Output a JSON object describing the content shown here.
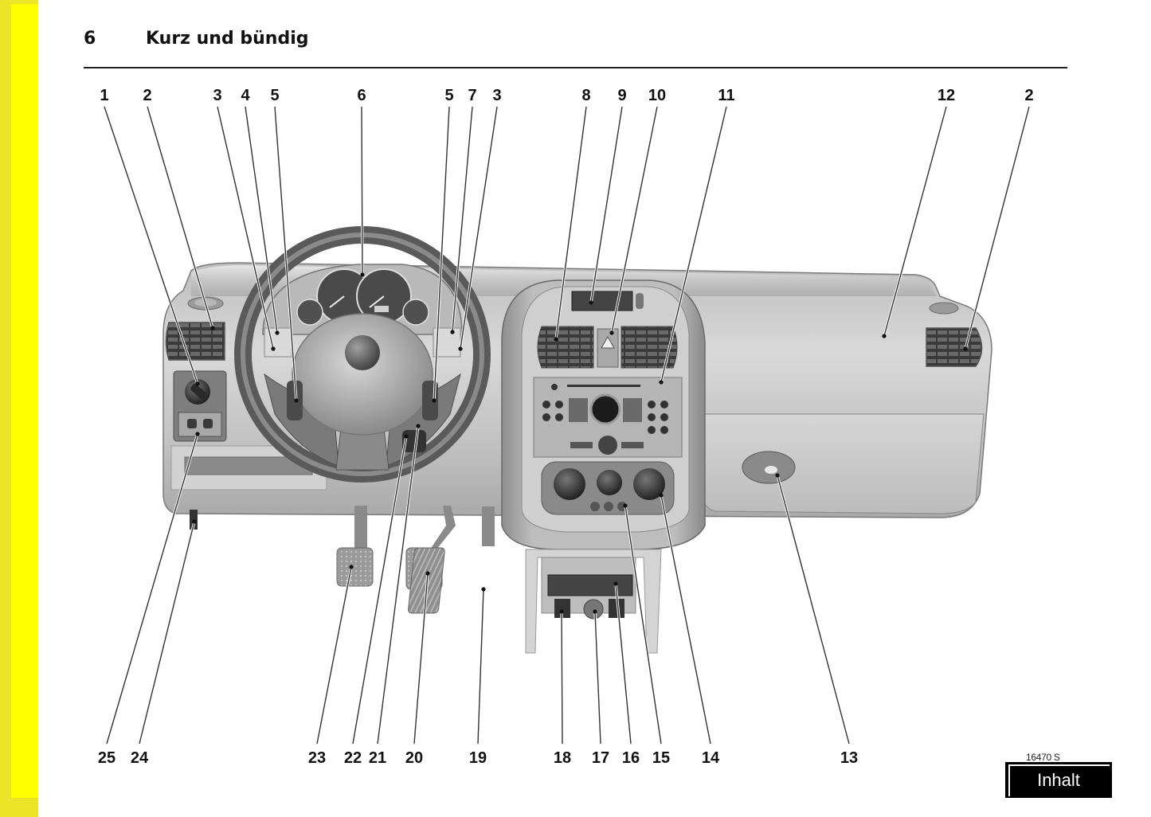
{
  "page": {
    "number": "6",
    "title": "Kurz und bündig",
    "accent_color": "#ffff00",
    "accent_edge_color": "#ece527"
  },
  "figure": {
    "description": "Cockpit overview illustration with numbered callouts",
    "image_code": "16470 S",
    "top_callouts": [
      "1",
      "2",
      "3",
      "4",
      "5",
      "6",
      "5",
      "7",
      "3",
      "8",
      "9",
      "10",
      "11",
      "12",
      "2"
    ],
    "bottom_callouts": [
      "25",
      "24",
      "23",
      "22",
      "21",
      "20",
      "19",
      "18",
      "17",
      "16",
      "15",
      "14",
      "13"
    ]
  },
  "navigation": {
    "toc_label": "Inhalt"
  }
}
